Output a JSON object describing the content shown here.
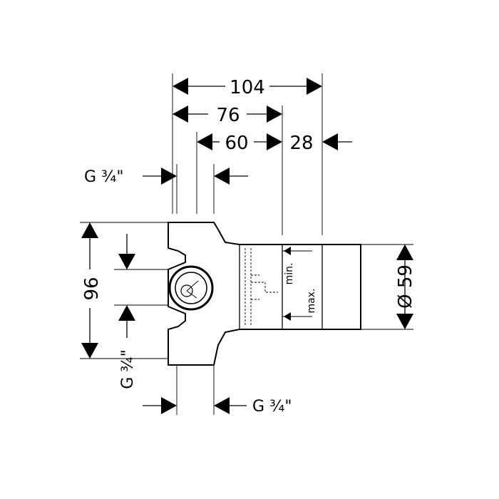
{
  "drawing": {
    "dimensions": {
      "overall_width": "104",
      "width_76": "76",
      "width_60": "60",
      "extension": "28",
      "height": "96",
      "diameter": "Ø 59"
    },
    "connections": {
      "top": "G ¾\"",
      "left": "G ¾\"",
      "bottom": "G ¾\""
    },
    "depth_marks": {
      "min": "min.",
      "max": "max."
    },
    "colors": {
      "line": "#000000",
      "background": "#ffffff"
    }
  }
}
